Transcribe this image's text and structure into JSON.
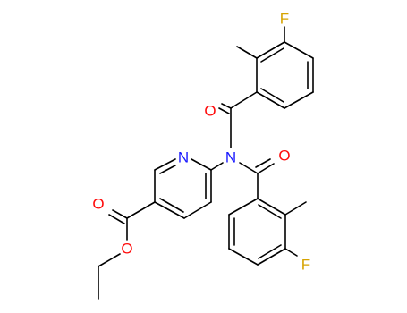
{
  "atoms": [
    {
      "symbol": "F",
      "color": "#d6a300"
    },
    {
      "symbol": "O",
      "color": "#ff0d0d"
    },
    {
      "symbol": "N",
      "color": "#1a1aff"
    },
    {
      "symbol": "O",
      "color": "#ff0d0d"
    },
    {
      "symbol": "N",
      "color": "#1a1aff"
    },
    {
      "symbol": "O",
      "color": "#ff0d0d"
    },
    {
      "symbol": "O",
      "color": "#ff0d0d"
    },
    {
      "symbol": "F",
      "color": "#d6a300"
    }
  ]
}
